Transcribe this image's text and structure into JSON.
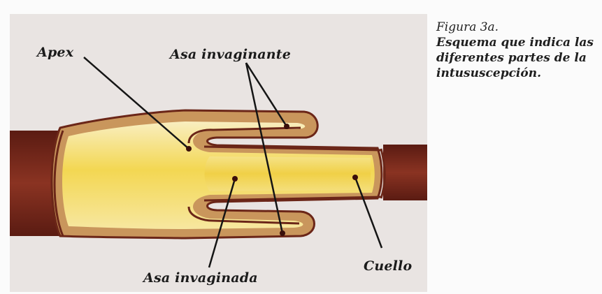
{
  "diagram": {
    "labels": {
      "apex": "Apex",
      "asa_invaginante": "Asa invaginante",
      "asa_invaginada": "Asa invaginada",
      "cuello": "Cuello"
    },
    "colors": {
      "background": "#e9e4e2",
      "intestine_wall": "#7a2a1c",
      "intestine_wall_dark": "#5b1d12",
      "serosa_tan": "#c9965c",
      "lumen_yellow": "#f4dc6a",
      "lumen_light": "#f8ebb0",
      "lumen_inner": "#f6e486",
      "leader_line": "#151515"
    }
  },
  "caption": {
    "title": "Figura 3a.",
    "description": "Esquema que indica las diferentes partes de la intususcepción."
  }
}
